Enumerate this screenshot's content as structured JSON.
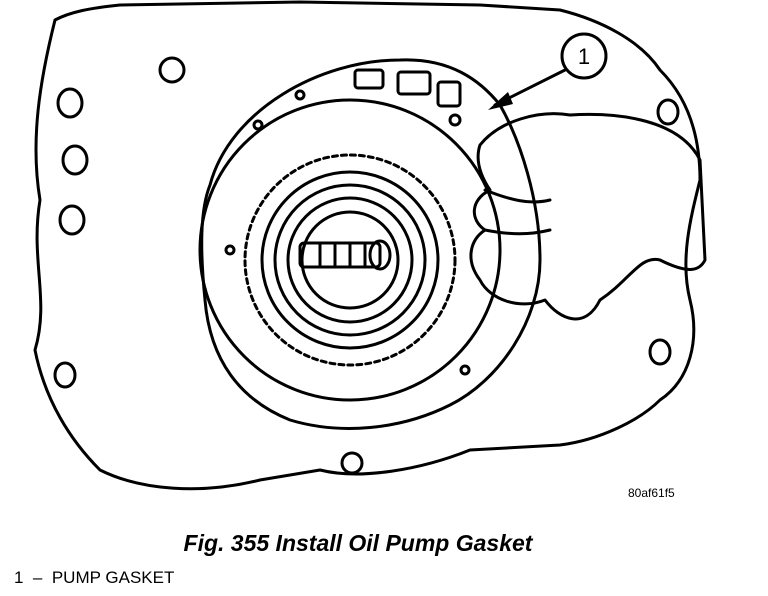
{
  "figure": {
    "callout_number": "1",
    "reference_code": "80af61f5",
    "caption": "Fig. 355 Install Oil Pump Gasket",
    "legend": [
      {
        "number": "1",
        "separator": "–",
        "label": "PUMP GASKET"
      }
    ]
  }
}
